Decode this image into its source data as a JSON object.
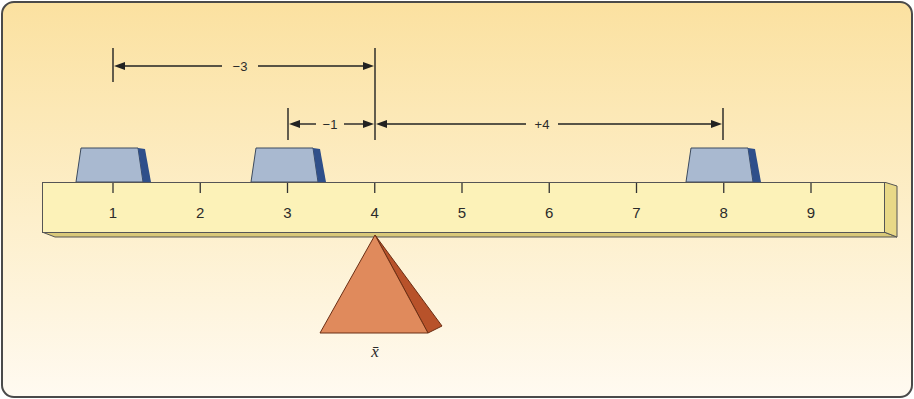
{
  "diagram": {
    "nodes": [
      {
        "text": [
          "1",
          "2",
          "3",
          "4",
          "5",
          "6",
          "7",
          "8",
          "9"
        ]
      },
      {
        "text": [
          "x̄"
        ]
      }
    ],
    "labels": [
      "−3",
      "−1",
      "+4"
    ]
  }
}
